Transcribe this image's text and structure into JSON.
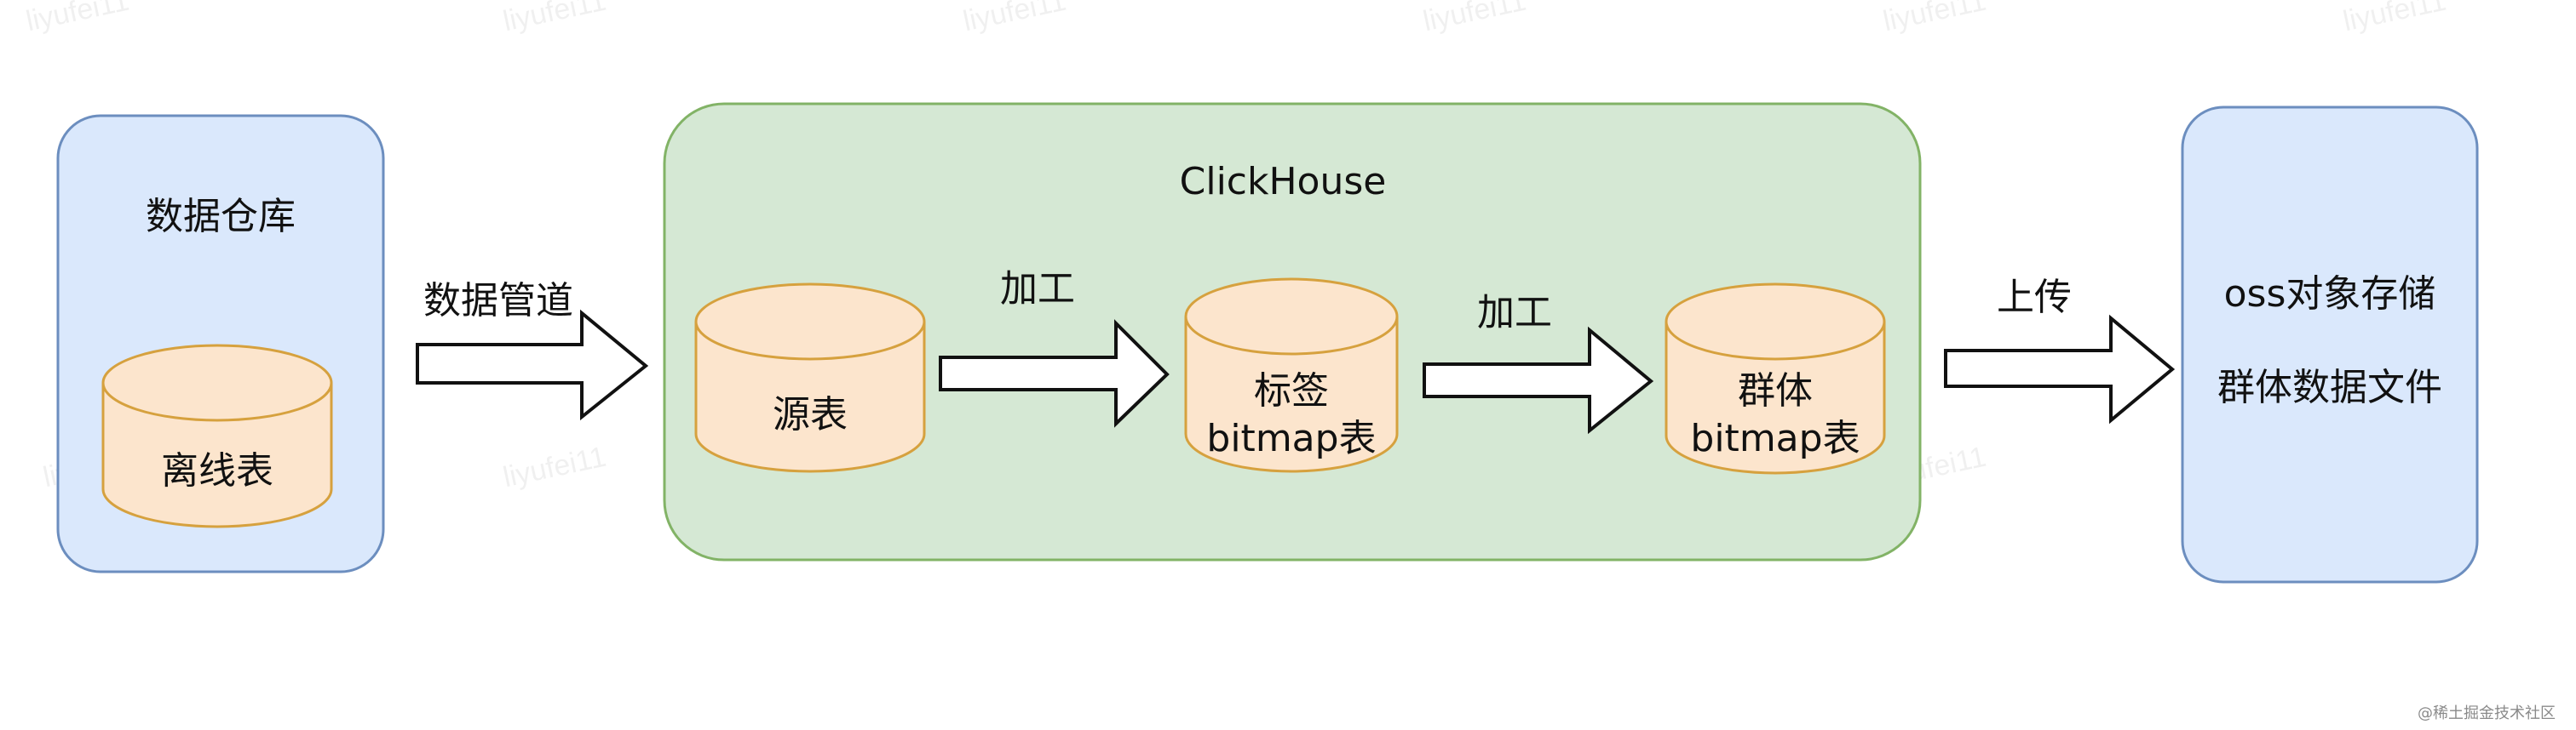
{
  "diagram": {
    "warehouse": {
      "title": "数据仓库",
      "table": "离线表"
    },
    "pipe_label": "数据管道",
    "clickhouse": {
      "title": "ClickHouse",
      "source_table": "源表",
      "process_label_1": "加工",
      "tag_table_line1": "标签",
      "tag_table_line2": "bitmap表",
      "process_label_2": "加工",
      "group_table_line1": "群体",
      "group_table_line2": "bitmap表"
    },
    "upload_label": "上传",
    "oss": {
      "line1": "oss对象存储",
      "line2": "群体数据文件"
    }
  },
  "watermark": "liyufei11",
  "credit": "@稀土掘金技术社区",
  "colors": {
    "blue_fill": "#dae8fc",
    "blue_stroke": "#6c8ebf",
    "green_fill": "#d5e8d4",
    "green_stroke": "#82b366",
    "cyl_fill": "#fce5cd",
    "cyl_stroke": "#d6a13e"
  }
}
